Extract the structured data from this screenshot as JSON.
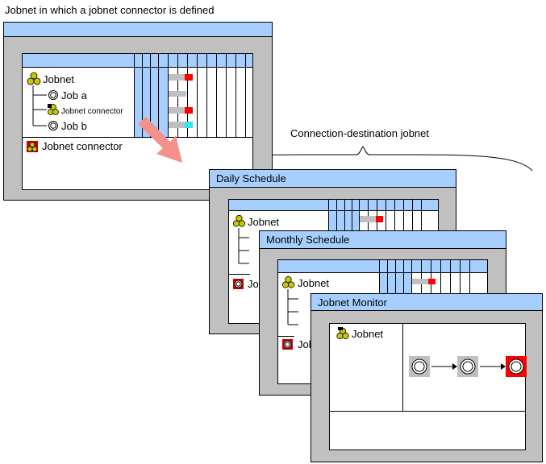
{
  "captions": {
    "top": "Jobnet in which a jobnet connector is defined",
    "destination": "Connection-destination jobnet"
  },
  "main_window": {
    "tree_root": "Jobnet",
    "items": [
      "Job a",
      "Jobnet connector",
      "Job b"
    ],
    "bottom_item": "Jobnet connector"
  },
  "daily_window": {
    "title": "Daily Schedule",
    "tree_root": "Jobnet",
    "bottom_item": "Jo"
  },
  "monthly_window": {
    "title": "Monthly Schedule",
    "tree_root": "Jobnet",
    "bottom_item": "Job"
  },
  "monitor_window": {
    "title": "Jobnet Monitor",
    "tree_root": "Jobnet"
  },
  "colors": {
    "title_bar": "#a6cfff",
    "window_frame": "#c0c0c0",
    "status_red": "#ff0000",
    "status_cyan": "#33e5f0",
    "status_gray": "#bfbfbf",
    "arrow_pink": "#f4918a"
  }
}
